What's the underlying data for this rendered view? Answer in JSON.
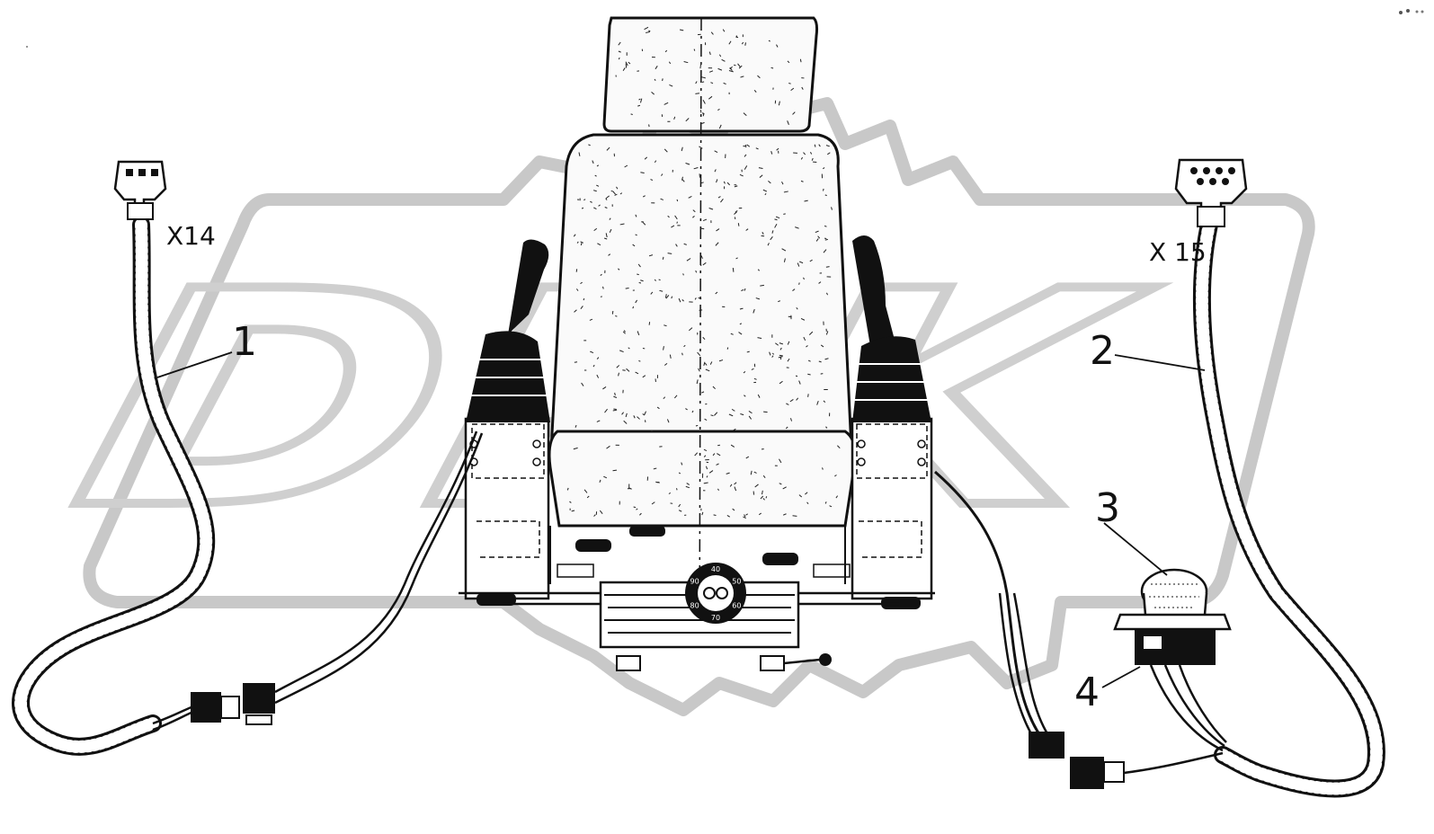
{
  "watermark": {
    "text": "DRK"
  },
  "connectors": {
    "left": {
      "label": "X14"
    },
    "right": {
      "label": "X 15"
    }
  },
  "callouts": [
    {
      "number": "1"
    },
    {
      "number": "2"
    },
    {
      "number": "3"
    },
    {
      "number": "4"
    }
  ],
  "gauge": {
    "marks": [
      "40",
      "50",
      "60",
      "70",
      "80",
      "90"
    ]
  }
}
